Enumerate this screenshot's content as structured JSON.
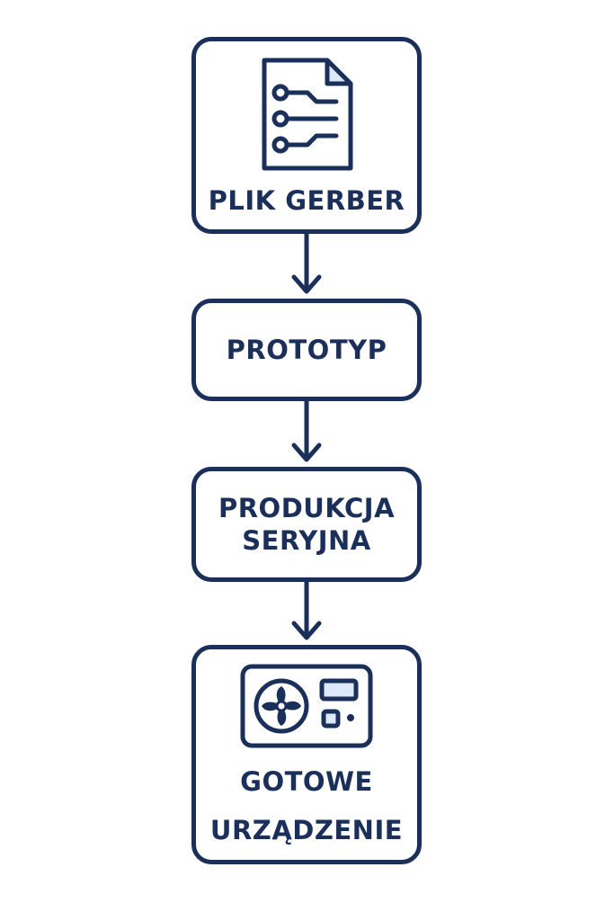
{
  "colors": {
    "stroke": "#1b2f5b",
    "accent_fill": "#dbe9fb",
    "background": "#ffffff"
  },
  "steps": [
    {
      "label": "PLIK GERBER",
      "icon": "gerber-file-icon"
    },
    {
      "label": "PROTOTYP"
    },
    {
      "label_line1": "PRODUKCJA",
      "label_line2": "SERYJNA"
    },
    {
      "label_line1": "GOTOWE",
      "label_line2": "URZĄDZENIE",
      "icon": "finished-device-icon"
    }
  ]
}
